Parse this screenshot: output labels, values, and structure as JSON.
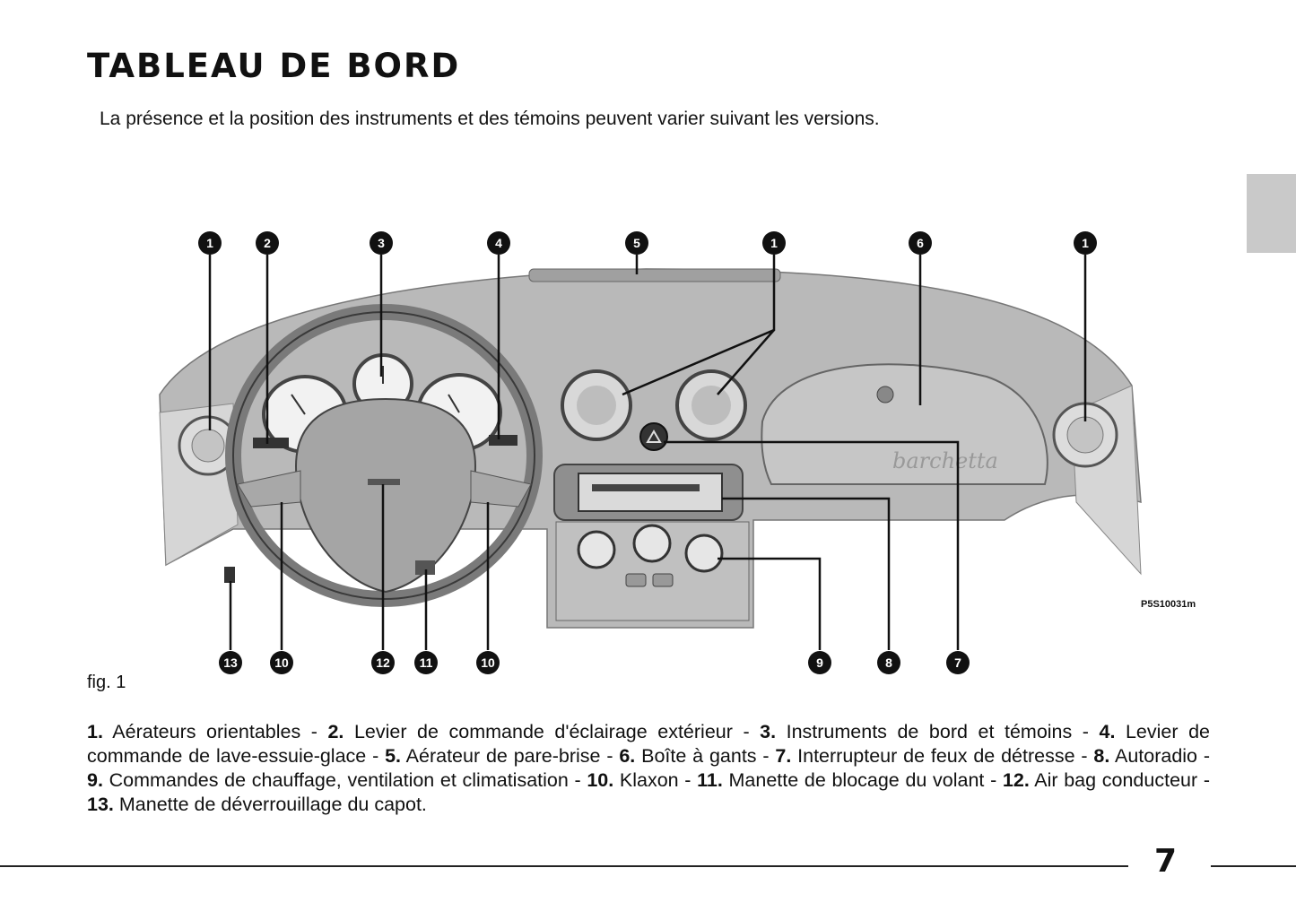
{
  "page": {
    "title": "TABLEAU DE BORD",
    "subtitle": "La présence et la position des instruments et des témoins peuvent varier suivant les versions.",
    "page_number": "7"
  },
  "figure": {
    "code": "P5S10031m",
    "label": "fig. 1",
    "brand_script": "barchetta",
    "callouts_top": [
      "1",
      "2",
      "3",
      "4",
      "5",
      "1",
      "6",
      "1"
    ],
    "callouts_bottom": [
      "13",
      "10",
      "12",
      "11",
      "10",
      "9",
      "8",
      "7"
    ]
  },
  "caption": {
    "items": [
      {
        "num": "1.",
        "text": " Aérateurs orientables - "
      },
      {
        "num": "2.",
        "text": " Levier de commande d'éclairage extérieur - "
      },
      {
        "num": "3.",
        "text": " Instruments de bord et témoins - "
      },
      {
        "num": "4.",
        "text": " Levier de commande de lave-essuie-glace - "
      },
      {
        "num": "5.",
        "text": " Aérateur de pare-brise - "
      },
      {
        "num": "6.",
        "text": " Boîte à gants - "
      },
      {
        "num": "7.",
        "text": " Interrupteur de feux de détresse - "
      },
      {
        "num": "8.",
        "text": " Autoradio - "
      },
      {
        "num": "9.",
        "text": " Commandes de chauffage, ventilation et climatisation - "
      },
      {
        "num": "10.",
        "text": " Klaxon - "
      },
      {
        "num": "11.",
        "text": " Manette de blocage du volant - "
      },
      {
        "num": "12.",
        "text": " Air bag conducteur - "
      },
      {
        "num": "13.",
        "text": " Manette de déverrouillage du capot."
      }
    ]
  }
}
